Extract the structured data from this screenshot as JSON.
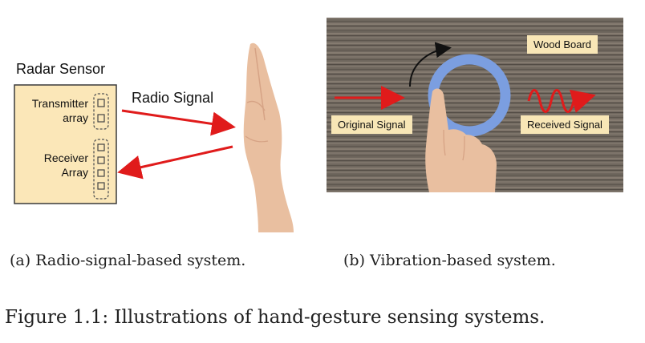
{
  "panel_a": {
    "title": "Radar Sensor",
    "transmitter_label_line1": "Transmitter",
    "transmitter_label_line2": "array",
    "receiver_label_line1": "Receiver",
    "receiver_label_line2": "Array",
    "signal_label": "Radio Signal",
    "caption": "(a) Radio-signal-based system."
  },
  "panel_b": {
    "wood_label": "Wood Board",
    "original_signal_label": "Original Signal",
    "received_signal_label": "Received Signal",
    "caption": "(b) Vibration-based system."
  },
  "figure_caption": "Figure 1.1: Illustrations of hand-gesture sensing systems.",
  "colors": {
    "sensor_fill": "#fbe7b8",
    "arrow_red": "#e01b1b",
    "ring_blue": "#7b9ee0",
    "wood_base": "#6f675e",
    "skin": "#e9bfa0"
  },
  "icons": [
    "hand-icon",
    "finger-icon",
    "rotation-arrow-icon",
    "wave-icon"
  ]
}
